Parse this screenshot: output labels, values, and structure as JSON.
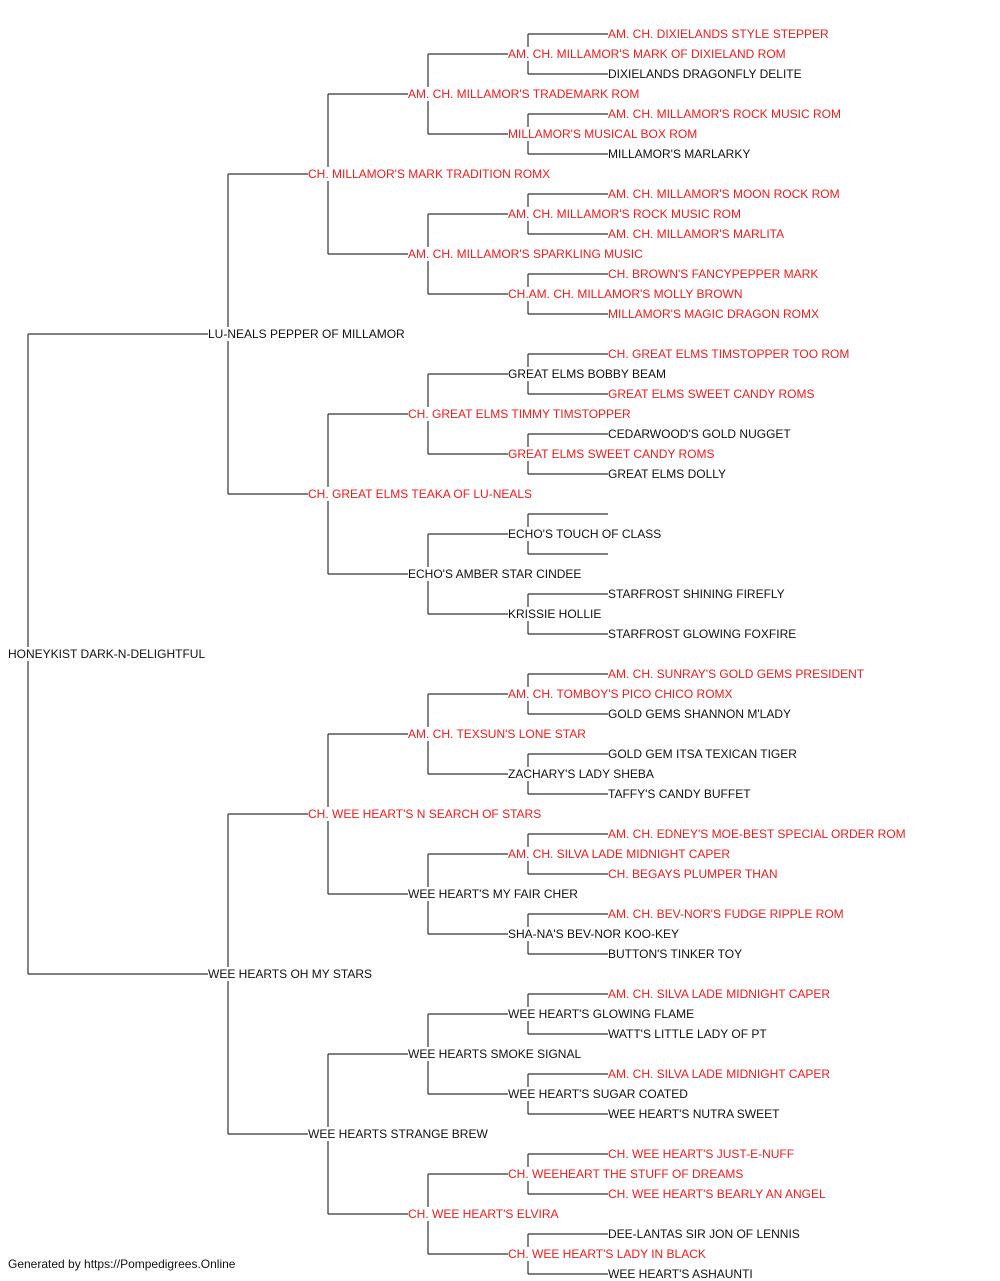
{
  "pedigree": {
    "subject": {
      "name": "HONEYKIST DARK-N-DELIGHTFUL",
      "champion": false
    },
    "sire": {
      "name": "LU-NEALS PEPPER OF MILLAMOR",
      "champion": false
    },
    "dam": {
      "name": "WEE HEARTS OH MY STARS",
      "champion": false
    },
    "gen3": [
      {
        "name": "CH. MILLAMOR'S MARK TRADITION ROMX",
        "champion": true
      },
      {
        "name": "CH. GREAT ELMS TEAKA OF LU-NEALS",
        "champion": true
      },
      {
        "name": "CH. WEE HEART'S N SEARCH OF STARS",
        "champion": true
      },
      {
        "name": "WEE HEARTS STRANGE BREW",
        "champion": false
      }
    ],
    "gen4": [
      {
        "name": "AM. CH. MILLAMOR'S TRADEMARK ROM",
        "champion": true
      },
      {
        "name": "AM. CH. MILLAMOR'S SPARKLING MUSIC",
        "champion": true
      },
      {
        "name": "CH. GREAT ELMS TIMMY TIMSTOPPER",
        "champion": true
      },
      {
        "name": "ECHO'S AMBER STAR CINDEE",
        "champion": false
      },
      {
        "name": "AM. CH. TEXSUN'S LONE STAR",
        "champion": true
      },
      {
        "name": "WEE HEART'S MY FAIR CHER",
        "champion": false
      },
      {
        "name": "WEE HEARTS SMOKE SIGNAL",
        "champion": false
      },
      {
        "name": "CH. WEE HEART'S ELVIRA",
        "champion": true
      }
    ],
    "gen5": [
      {
        "name": "AM. CH. MILLAMOR'S MARK OF DIXIELAND ROM",
        "champion": true
      },
      {
        "name": "MILLAMOR'S MUSICAL BOX ROM",
        "champion": true
      },
      {
        "name": "AM. CH. MILLAMOR'S ROCK MUSIC ROM",
        "champion": true
      },
      {
        "name": "CH.AM. CH. MILLAMOR'S MOLLY BROWN",
        "champion": true
      },
      {
        "name": "GREAT ELMS BOBBY BEAM",
        "champion": false
      },
      {
        "name": "GREAT ELMS SWEET CANDY ROMS",
        "champion": true
      },
      {
        "name": "ECHO'S TOUCH OF CLASS",
        "champion": false
      },
      {
        "name": "KRISSIE HOLLIE",
        "champion": false
      },
      {
        "name": "AM. CH. TOMBOY'S PICO CHICO ROMX",
        "champion": true
      },
      {
        "name": "ZACHARY'S LADY SHEBA",
        "champion": false
      },
      {
        "name": "AM. CH. SILVA LADE MIDNIGHT CAPER",
        "champion": true
      },
      {
        "name": "SHA-NA'S BEV-NOR KOO-KEY",
        "champion": false
      },
      {
        "name": "WEE HEART'S GLOWING FLAME",
        "champion": false
      },
      {
        "name": "WEE HEART'S SUGAR COATED",
        "champion": false
      },
      {
        "name": "CH. WEEHEART THE STUFF OF DREAMS",
        "champion": true
      },
      {
        "name": "CH. WEE HEART'S LADY IN BLACK",
        "champion": true
      }
    ],
    "gen6": [
      {
        "name": "AM. CH. DIXIELANDS STYLE STEPPER",
        "champion": true
      },
      {
        "name": "DIXIELANDS DRAGONFLY DELITE",
        "champion": false
      },
      {
        "name": "AM. CH. MILLAMOR'S ROCK MUSIC ROM",
        "champion": true
      },
      {
        "name": "MILLAMOR'S MARLARKY",
        "champion": false
      },
      {
        "name": "AM. CH. MILLAMOR'S MOON ROCK ROM",
        "champion": true
      },
      {
        "name": "AM. CH. MILLAMOR'S MARLITA",
        "champion": true
      },
      {
        "name": "CH. BROWN'S FANCYPEPPER MARK",
        "champion": true
      },
      {
        "name": "MILLAMOR'S MAGIC DRAGON ROMX",
        "champion": true
      },
      {
        "name": "CH. GREAT ELMS TIMSTOPPER TOO ROM",
        "champion": true
      },
      {
        "name": "GREAT ELMS SWEET CANDY ROMS",
        "champion": true
      },
      {
        "name": "CEDARWOOD'S GOLD NUGGET",
        "champion": false
      },
      {
        "name": "GREAT ELMS DOLLY",
        "champion": false
      },
      {
        "name": "",
        "champion": false
      },
      {
        "name": "",
        "champion": false
      },
      {
        "name": "STARFROST SHINING FIREFLY",
        "champion": false
      },
      {
        "name": "STARFROST GLOWING FOXFIRE",
        "champion": false
      },
      {
        "name": "AM. CH. SUNRAY'S GOLD GEMS PRESIDENT",
        "champion": true
      },
      {
        "name": "GOLD GEMS SHANNON M'LADY",
        "champion": false
      },
      {
        "name": "GOLD GEM ITSA TEXICAN TIGER",
        "champion": false
      },
      {
        "name": "TAFFY'S CANDY BUFFET",
        "champion": false
      },
      {
        "name": "AM. CH. EDNEY'S MOE-BEST SPECIAL ORDER ROM",
        "champion": true
      },
      {
        "name": "CH. BEGAYS PLUMPER THAN",
        "champion": true
      },
      {
        "name": "AM. CH. BEV-NOR'S FUDGE RIPPLE ROM",
        "champion": true
      },
      {
        "name": "BUTTON'S TINKER TOY",
        "champion": false
      },
      {
        "name": "AM. CH. SILVA LADE MIDNIGHT CAPER",
        "champion": true
      },
      {
        "name": "WATT'S LITTLE LADY OF PT",
        "champion": false
      },
      {
        "name": "AM. CH. SILVA LADE MIDNIGHT CAPER",
        "champion": true
      },
      {
        "name": "WEE HEART'S NUTRA SWEET",
        "champion": false
      },
      {
        "name": "CH. WEE HEART'S JUST-E-NUFF",
        "champion": true
      },
      {
        "name": "CH. WEE HEART'S BEARLY AN ANGEL",
        "champion": true
      },
      {
        "name": "DEE-LANTAS SIR JON OF LENNIS",
        "champion": false
      },
      {
        "name": "WEE HEART'S ASHAUNTI",
        "champion": false
      }
    ]
  },
  "footer": "Generated by https://Pompedigrees.Online",
  "colors": {
    "champion": "#ee1c1c",
    "plain": "#111111",
    "line": "#333333"
  }
}
